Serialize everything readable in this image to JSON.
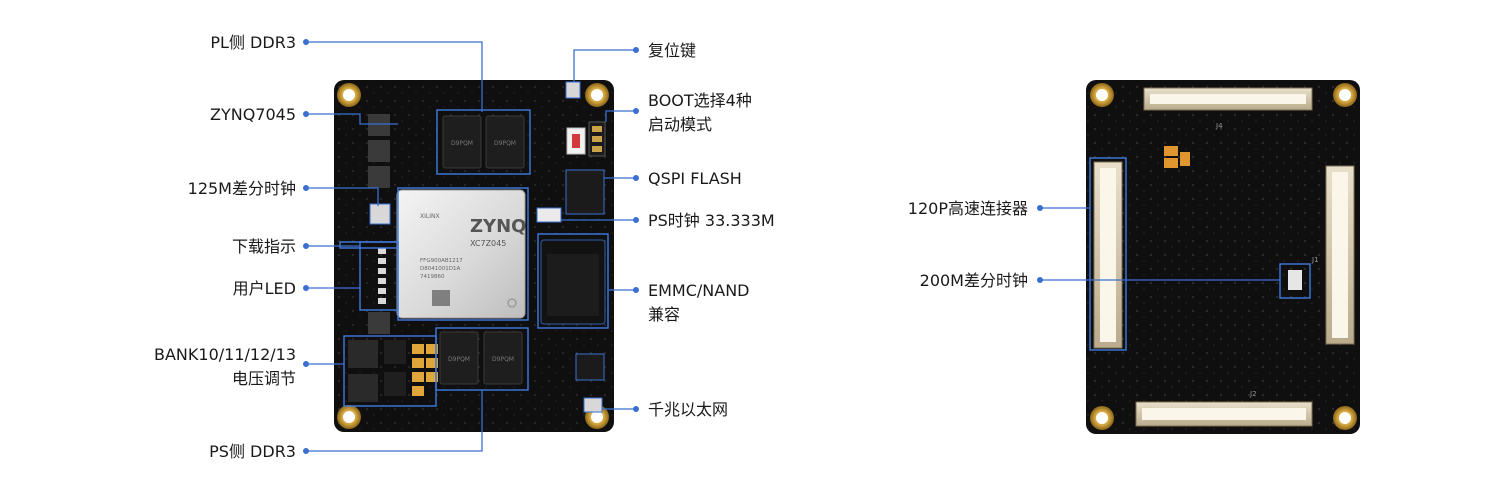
{
  "front_labels": {
    "pl_ddr3": "PL侧 DDR3",
    "zynq": "ZYNQ7045",
    "clk125": "125M差分时钟",
    "download": "下载指示",
    "user_led": "用户LED",
    "bank_voltage": [
      "BANK10/11/12/13",
      "电压调节"
    ],
    "ps_ddr3": "PS侧 DDR3",
    "reset": "复位键",
    "boot": [
      "BOOT选择4种",
      "启动模式"
    ],
    "qspi": "QSPI FLASH",
    "ps_clock": "PS时钟 33.333M",
    "emmc": [
      "EMMC/NAND",
      "兼容"
    ],
    "ethernet": "千兆以太网"
  },
  "back_labels": {
    "connector": "120P高速连接器",
    "clk200": "200M差分时钟"
  },
  "chip_text": {
    "brand": "ZYNQ",
    "part": "XC7Z045",
    "vendor": "XILINX",
    "codes": [
      "FFG900AB1217",
      "D8041001D1A",
      "7419860"
    ],
    "ddr_mark": "D9PQM",
    "ref_j4": "J4",
    "ref_j1": "J1",
    "ref_j2": "J2"
  },
  "colors": {
    "accent": "#3a6fd1",
    "board": "#0f0f10",
    "pad_gold": "#c9a24a"
  }
}
